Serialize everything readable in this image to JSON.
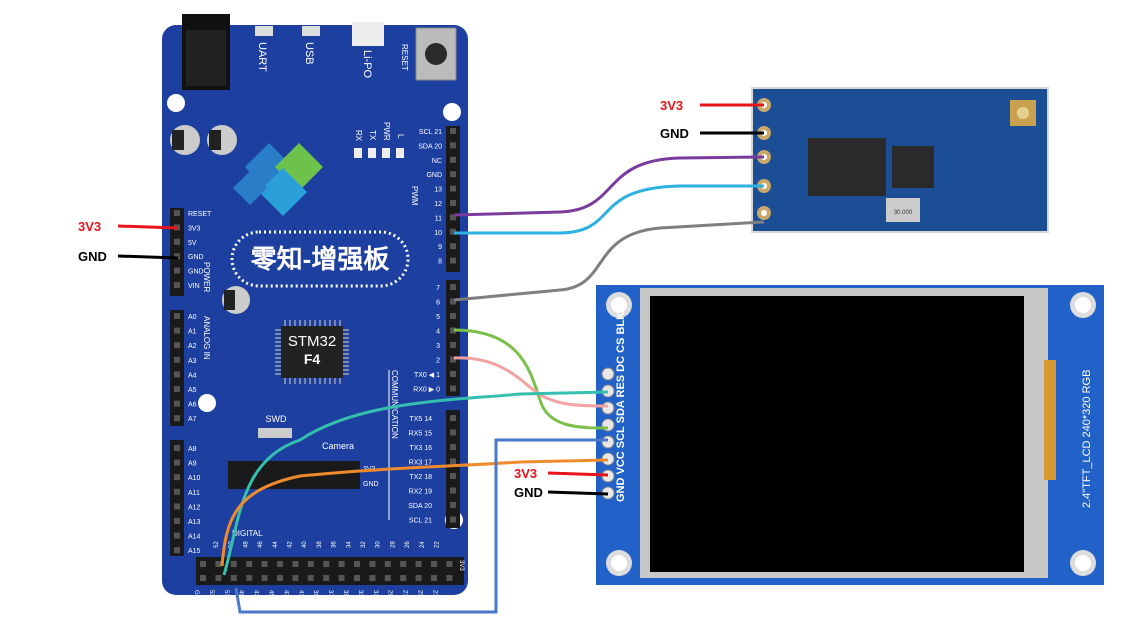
{
  "board": {
    "ports": {
      "uart": "UART",
      "usb": "USB",
      "lipo": "Li-PO",
      "reset": "RESET"
    },
    "leds": [
      "RX",
      "TX",
      "PWR",
      "L"
    ],
    "top_header": [
      "SCL 21",
      "SDA 20",
      "NC",
      "GND",
      "13",
      "12",
      "11",
      "10",
      "9",
      "8"
    ],
    "pwm_label": "PWM",
    "power_header": [
      "RESET",
      "3V3",
      "5V",
      "GND",
      "GND",
      "VIN"
    ],
    "power_label": "POWER",
    "analog_pins": [
      "A0",
      "A1",
      "A2",
      "A3",
      "A4",
      "A5",
      "A6",
      "A7"
    ],
    "analog_label": "ANALOG IN",
    "analog_pins_2": [
      "A8",
      "A9",
      "A10",
      "A11",
      "A12",
      "A13",
      "A14",
      "A15"
    ],
    "right_pins_mid": [
      "7",
      "6",
      "5",
      "4",
      "3",
      "2",
      "TX0 ◀ 1",
      "RX0 ▶ 0"
    ],
    "comm_label": "COMMUNICATION",
    "comm_pins": [
      "TX5 14",
      "RX5 15",
      "TX3 16",
      "RX3 17",
      "TX2 18",
      "RX2 19",
      "SDA 20",
      "SCL 21"
    ],
    "title": "零知-增强板",
    "chip_line1": "STM32",
    "chip_line2": "F4",
    "swd": "SWD",
    "camera": "Camera",
    "camera_pins": [
      "3V3",
      "GND"
    ],
    "digital": "DIGITAL",
    "digital_top": [
      "52",
      "50",
      "48",
      "46",
      "44",
      "42",
      "40",
      "38",
      "36",
      "34",
      "32",
      "30",
      "28",
      "26",
      "24",
      "22"
    ],
    "digital_bottom": [
      "GND",
      "53",
      "51",
      "49",
      "47",
      "45",
      "43",
      "41",
      "39",
      "37",
      "35",
      "33",
      "31",
      "29",
      "27",
      "25",
      "23"
    ],
    "v33_corner": "3V3"
  },
  "lcd": {
    "pins_label": "GND VCC SCL SDA RES DC CS BLK",
    "side_label": "2.4\"TFT_LCD 240*320 RGB"
  },
  "rf_module": {
    "crystal": "30.000"
  },
  "labels": {
    "board_3v3": "3V3",
    "board_gnd": "GND",
    "rf_3v3": "3V3",
    "rf_gnd": "GND",
    "lcd_3v3": "3V3",
    "lcd_gnd": "GND"
  },
  "colors": {
    "board": "#1c3fa0",
    "header": "#1a1a1a",
    "red_wire": "#e8141c",
    "black_wire": "#000000",
    "purple": "#7a3c9c",
    "cyan": "#2cb1e3",
    "gray": "#7f7f7f",
    "green": "#7cc04c",
    "pink": "#f2a2a2",
    "teal": "#34bfae",
    "orange": "#ef8b2c",
    "blue": "#4a77c9",
    "lcd_pcb": "#2262c8",
    "rf_pcb": "#1c4e96"
  }
}
